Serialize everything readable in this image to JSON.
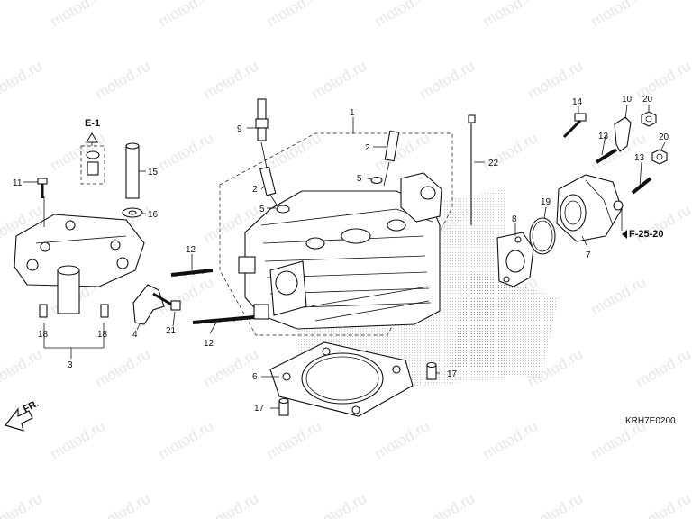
{
  "watermark": "motod.ru",
  "diagram_code": "KRH7E0200",
  "ref_e1": "E-1",
  "ref_f2520": "F-25-20",
  "front_label": "FR.",
  "callouts": [
    "1",
    "2",
    "2",
    "3",
    "4",
    "5",
    "5",
    "6",
    "7",
    "8",
    "9",
    "10",
    "11",
    "12",
    "12",
    "13",
    "13",
    "14",
    "15",
    "16",
    "17",
    "17",
    "18",
    "18",
    "19",
    "20",
    "20",
    "21",
    "22"
  ]
}
